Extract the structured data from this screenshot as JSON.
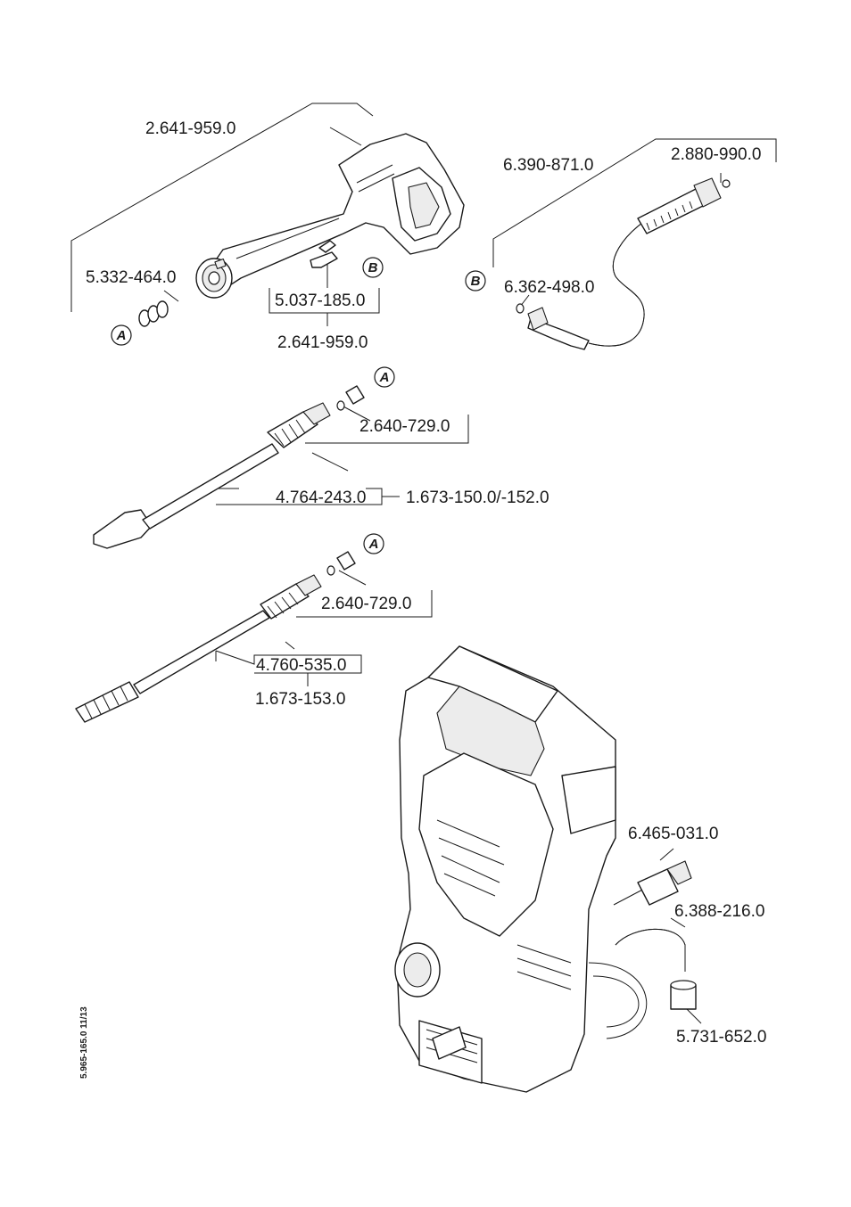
{
  "labels": {
    "gun_assembly": "2.641-959.0",
    "gun_kit": "2.641-959.0",
    "seal_rings": "5.332-464.0",
    "clip": "5.037-185.0",
    "hose": "6.390-871.0",
    "hose_oring": "2.880-990.0",
    "hose_fitting": "6.362-498.0",
    "nozzle_set_1": "2.640-729.0",
    "lance_dirtblaster": "4.764-243.0",
    "lance_dirtblaster_alt": "1.673-150.0/-152.0",
    "nozzle_set_2": "2.640-729.0",
    "lance_vario": "4.760-535.0",
    "lance_vario_alt": "1.673-153.0",
    "coupling": "6.465-031.0",
    "suction_hose": "6.388-216.0",
    "filter": "5.731-652.0"
  },
  "markers": {
    "a": "A",
    "b": "B"
  },
  "doc_code": "5.965-165.0  11/13"
}
